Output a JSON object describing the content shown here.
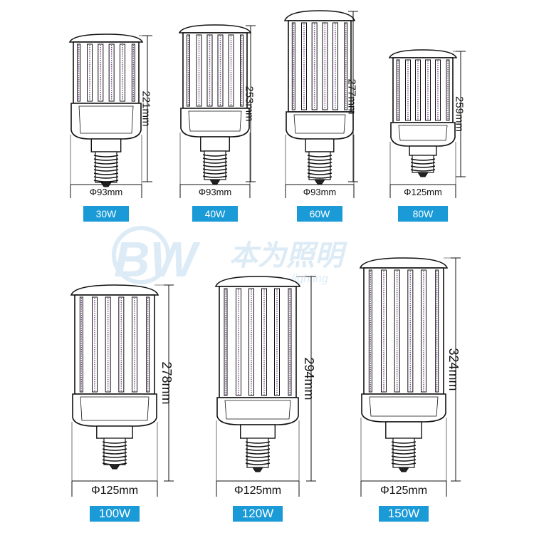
{
  "watermark": {
    "logo_letters": "BW",
    "brand_text": "本为照明",
    "tagline": "lighting"
  },
  "colors": {
    "badge": "#1a9ad7",
    "badge_text": "#ffffff",
    "line": "#111111",
    "led_strip": "#7a4a8c",
    "watermark": "#dcebf6"
  },
  "lamps": [
    {
      "id": "30w",
      "wattage": "30W",
      "diameter": "Φ93mm",
      "height": "221mm"
    },
    {
      "id": "40w",
      "wattage": "40W",
      "diameter": "Φ93mm",
      "height": "253mm"
    },
    {
      "id": "60w",
      "wattage": "60W",
      "diameter": "Φ93mm",
      "height": "277mm"
    },
    {
      "id": "80w",
      "wattage": "80W",
      "diameter": "Φ125mm",
      "height": "259mm"
    },
    {
      "id": "100w",
      "wattage": "100W",
      "diameter": "Φ125mm",
      "height": "278mm"
    },
    {
      "id": "120w",
      "wattage": "120W",
      "diameter": "Φ125mm",
      "height": "294mm"
    },
    {
      "id": "150w",
      "wattage": "150W",
      "diameter": "Φ125mm",
      "height": "324mm"
    }
  ]
}
